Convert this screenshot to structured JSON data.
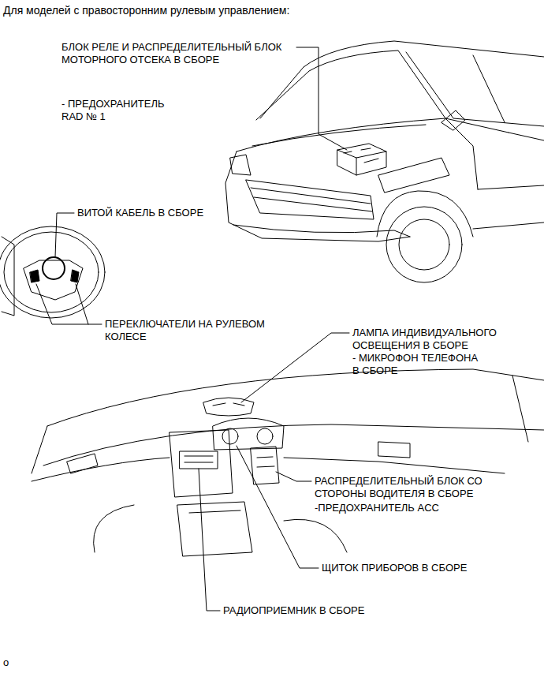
{
  "diagram": {
    "title": "Для моделей с правосторонним рулевым управлением:",
    "labels": [
      "БЛОК РЕЛЕ И РАСПРЕДЕЛИТЕЛЬНЫЙ БЛОК МОТОРНОГО ОТСЕКА В СБОРЕ",
      "- ПРЕДОХРАНИТЕЛЬ RAD № 1",
      "ВИТОЙ КАБЕЛЬ В СБОРЕ",
      "ПЕРЕКЛЮЧАТЕЛИ НА РУЛЕВОМ КОЛЕСЕ",
      "ЛАМПА ИНДИВИДУАЛЬНОГО ОСВЕЩЕНИЯ В СБОРЕ",
      "- МИКРОФОН ТЕЛЕФОНА В СБОРЕ",
      "РАСПРЕДЕЛИТЕЛЬНЫЙ БЛОК СО СТОРОНЫ ВОДИТЕЛЯ В СБОРЕ",
      "-ПРЕДОХРАНИТЕЛЬ ACC",
      "ЩИТОК ПРИБОРОВ В СБОРЕ",
      "РАДИОПРИЕМНИК В СБОРЕ",
      "o"
    ]
  }
}
